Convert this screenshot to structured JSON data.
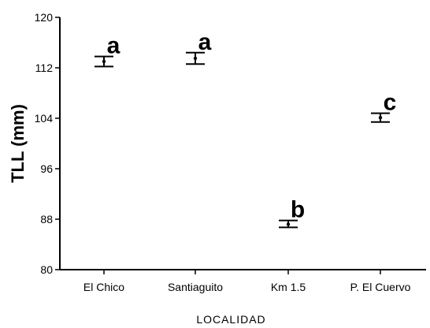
{
  "chart_data": {
    "type": "scatter",
    "title": "",
    "xlabel": "LOCALIDAD",
    "ylabel": "TLL (mm)",
    "ylim": [
      80,
      120
    ],
    "yticks": [
      80,
      88,
      96,
      104,
      112,
      120
    ],
    "grid": false,
    "categories": [
      "El Chico",
      "Santiaguito",
      "Km 1.5",
      "P. El Cuervo"
    ],
    "series": [
      {
        "means": [
          113.0,
          113.5,
          87.2,
          104.1
        ],
        "lower": [
          112.2,
          112.6,
          86.7,
          103.4
        ],
        "upper": [
          113.8,
          114.4,
          87.8,
          104.8
        ],
        "labels": [
          "a",
          "a",
          "b",
          "c"
        ]
      }
    ]
  }
}
